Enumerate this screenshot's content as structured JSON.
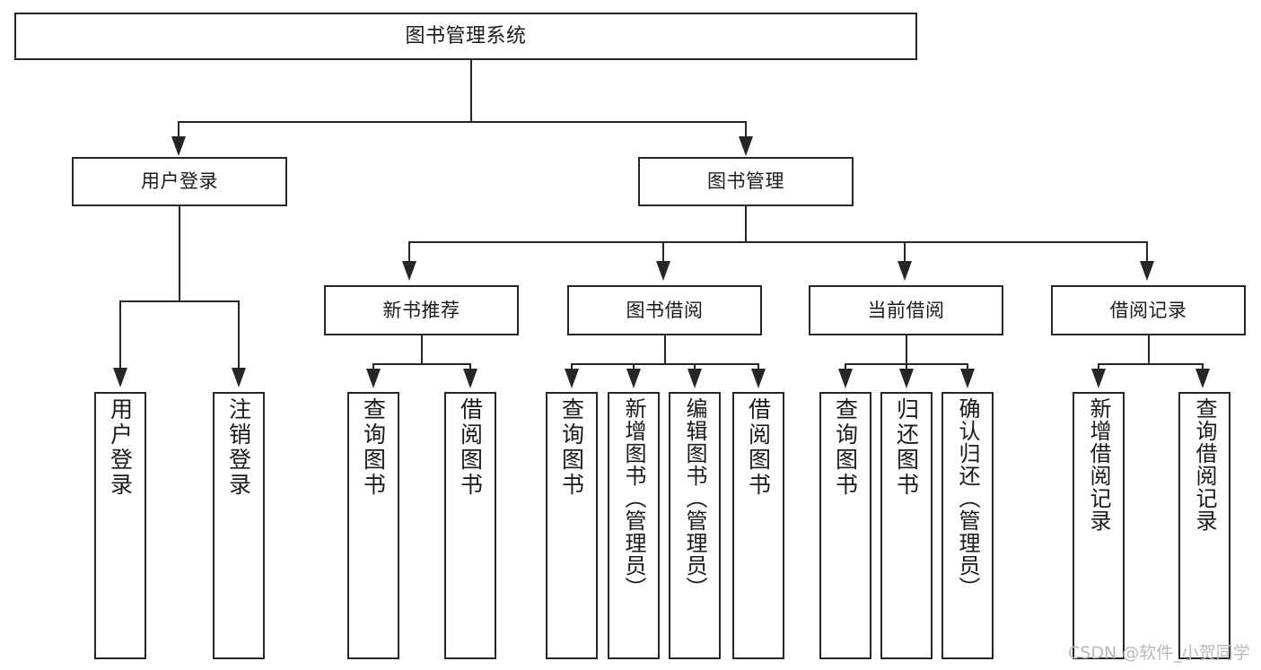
{
  "diagram": {
    "type": "tree-hierarchy",
    "title": "图书管理系统",
    "watermark": "CSDN @软件_小贺同学",
    "colors": {
      "stroke": "#262626",
      "fill": "#ffffff",
      "text": "#1a1a1a",
      "watermark": "#b9b9b9"
    },
    "nodes": {
      "root": {
        "label": "图书管理系统"
      },
      "level2": [
        {
          "label": "用户登录"
        },
        {
          "label": "图书管理"
        }
      ],
      "level3": [
        {
          "label": "新书推荐"
        },
        {
          "label": "图书借阅"
        },
        {
          "label": "当前借阅"
        },
        {
          "label": "借阅记录"
        }
      ],
      "leaves": {
        "user_login": [
          {
            "label": "用户登录"
          },
          {
            "label": "注销登录"
          }
        ],
        "new_book": [
          {
            "label": "查询图书"
          },
          {
            "label": "借阅图书"
          }
        ],
        "book_borrow": [
          {
            "label": "查询图书"
          },
          {
            "label": "新增图书（管理员）"
          },
          {
            "label": "编辑图书（管理员）"
          },
          {
            "label": "借阅图书"
          }
        ],
        "current_borrow": [
          {
            "label": "查询图书"
          },
          {
            "label": "归还图书"
          },
          {
            "label": "确认归还（管理员）"
          }
        ],
        "borrow_record": [
          {
            "label": "新增借阅记录"
          },
          {
            "label": "查询借阅记录"
          }
        ]
      }
    }
  }
}
